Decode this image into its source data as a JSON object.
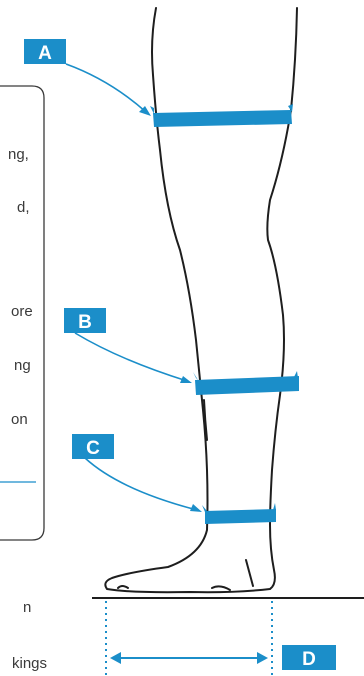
{
  "labels": {
    "a": "A",
    "b": "B",
    "c": "C",
    "d": "D"
  },
  "text_fragments": [
    "ng,",
    "d,",
    "ore",
    "ng",
    "on",
    "n",
    "kings"
  ],
  "colors": {
    "accent": "#1b8ec9",
    "line": "#1e1e1e",
    "text": "#3a3a3a"
  }
}
